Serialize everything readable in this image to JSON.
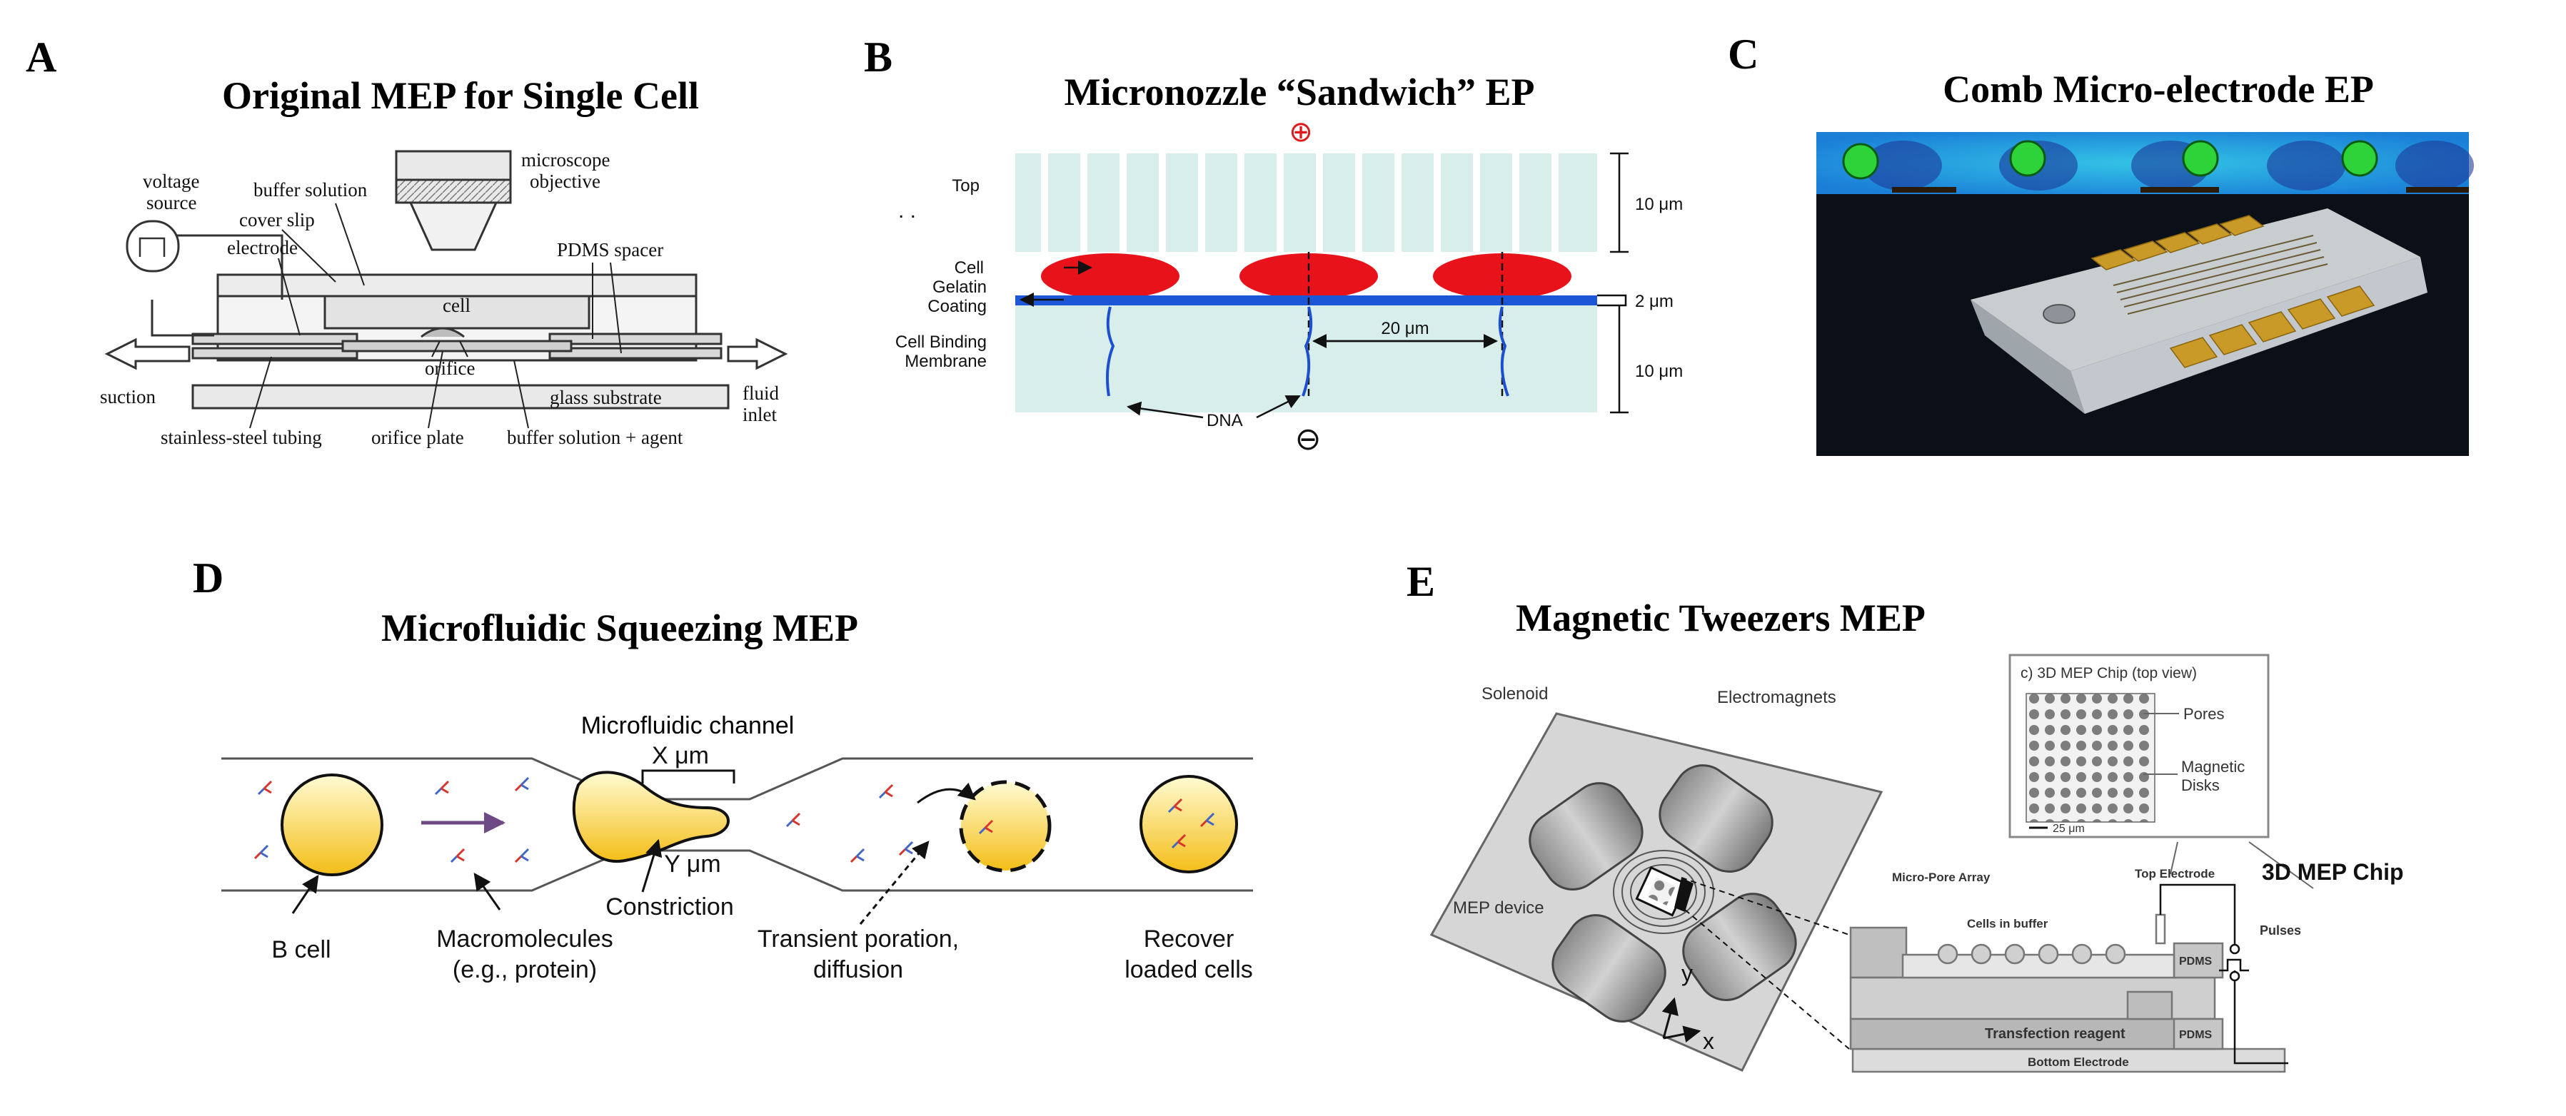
{
  "panels": {
    "a": {
      "letter": "A",
      "title": "Original MEP for Single Cell",
      "labels": {
        "voltage": "voltage",
        "source": "source",
        "buffer": "buffer solution",
        "cover": "cover slip",
        "electrode": "electrode",
        "microscope": "microscope",
        "objective": "objective",
        "pdms": "PDMS spacer",
        "cell": "cell",
        "orifice": "orifice",
        "suction": "suction",
        "glass": "glass substrate",
        "fluid": "fluid",
        "inlet": "inlet",
        "tubing": "stainless-steel tubing",
        "plate": "orifice plate",
        "agent": "buffer solution + agent"
      }
    },
    "b": {
      "letter": "B",
      "title": "Micronozzle “Sandwich” EP",
      "labels": {
        "top": "Top",
        "dots": ". .",
        "cell": "Cell",
        "gelatin": "Gelatin",
        "coating": "Coating",
        "binding": "Cell Binding",
        "membrane": "Membrane",
        "dna": "DNA",
        "dim10a": "10 μm",
        "dim2": "2 μm",
        "dim20": "20 μm",
        "dim10b": "10 μm",
        "plus": "⊕",
        "minus": "⊖"
      }
    },
    "c": {
      "letter": "C",
      "title": "Comb Micro-electrode EP"
    },
    "d": {
      "letter": "D",
      "title": "Microfluidic Squeezing MEP",
      "labels": {
        "channel": "Microfluidic channel",
        "x": "X μm",
        "y": "Y μm",
        "bcell": "B cell",
        "macro1": "Macromolecules",
        "macro2": "(e.g., protein)",
        "constriction": "Constriction",
        "trans1": "Transient poration,",
        "trans2": "diffusion",
        "rec1": "Recover",
        "rec2": "loaded cells"
      }
    },
    "e": {
      "letter": "E",
      "title": "Magnetic Tweezers MEP",
      "labels": {
        "solenoid": "Solenoid",
        "electromagnets": "Electromagnets",
        "mep_device": "MEP device",
        "chip_title": "c) 3D MEP Chip (top view)",
        "pores": "Pores",
        "magnetic": "Magnetic",
        "disks": "Disks",
        "scale": "25 μm",
        "micro_pore": "Micro-Pore Array",
        "cells_buffer": "Cells in buffer",
        "top_electrode": "Top Electrode",
        "chip": "3D MEP Chip",
        "pulses": "Pulses",
        "pdms1": "PDMS",
        "pdms2": "PDMS",
        "transfection": "Transfection reagent",
        "bottom": "Bottom Electrode",
        "ax_y": "y",
        "ax_x": "x"
      }
    }
  },
  "colors": {
    "cell_red": "#e8131a",
    "gelatin_blue": "#1a56d6",
    "membrane": "#cfe8e4",
    "cell_yellow_top": "#fff8c0",
    "cell_yellow_bottom": "#f5c21b",
    "macro_red": "#d9342b",
    "macro_blue": "#3f66c8",
    "arrow_purple": "#6d4a86"
  }
}
